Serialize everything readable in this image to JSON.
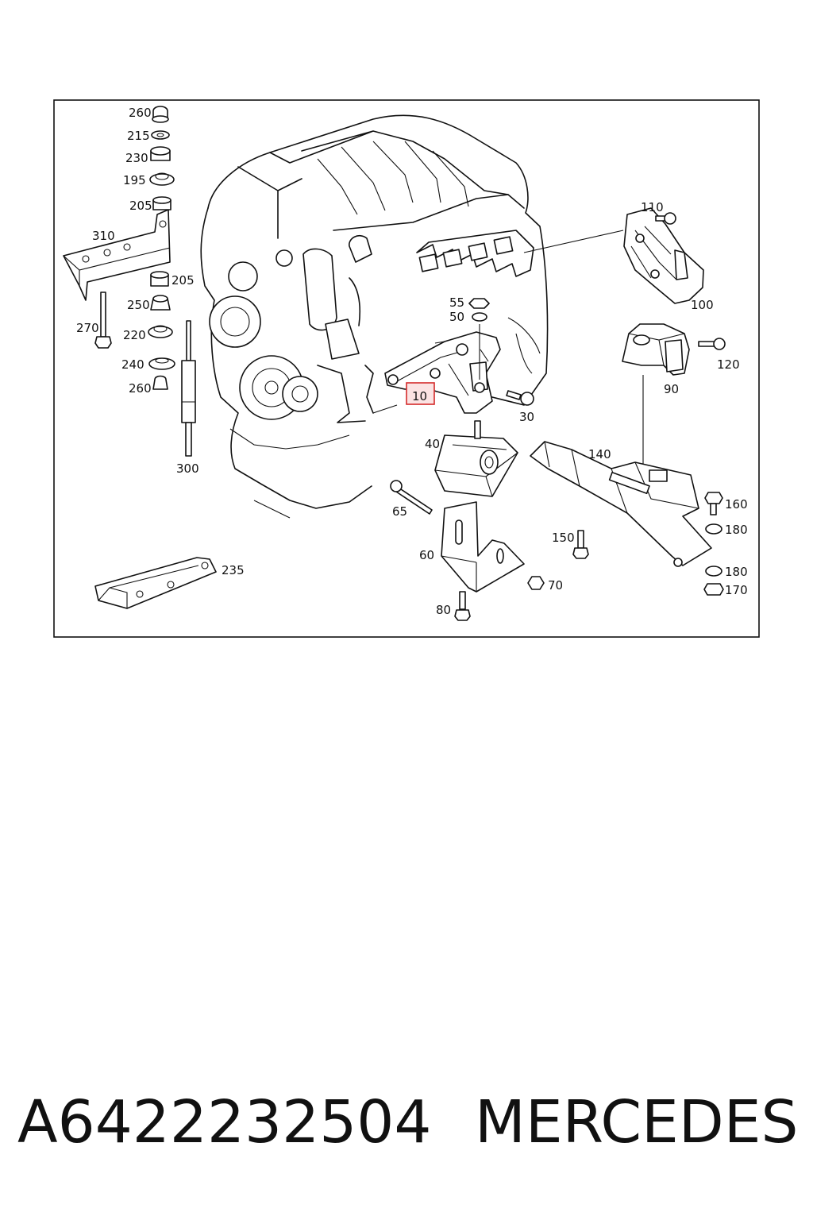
{
  "diagram": {
    "highlighted_callout": "10",
    "callouts": {
      "c10": "10",
      "c30": "30",
      "c40": "40",
      "c50": "50",
      "c55": "55",
      "c60": "60",
      "c65": "65",
      "c70": "70",
      "c80": "80",
      "c90": "90",
      "c100": "100",
      "c110": "110",
      "c120": "120",
      "c140": "140",
      "c150": "150",
      "c160": "160",
      "c170": "170",
      "c180a": "180",
      "c180b": "180",
      "c195": "195",
      "c205a": "205",
      "c205b": "205",
      "c215": "215",
      "c220": "220",
      "c230": "230",
      "c235": "235",
      "c240": "240",
      "c250": "250",
      "c260a": "260",
      "c260b": "260",
      "c270": "270",
      "c300": "300",
      "c310": "310"
    },
    "colors": {
      "highlight": "#d42a2a",
      "highlight_fill": "#fbe3e3",
      "ink": "#111111"
    }
  },
  "caption": {
    "part_number": "A6422232504",
    "make": "MERCEDES"
  }
}
